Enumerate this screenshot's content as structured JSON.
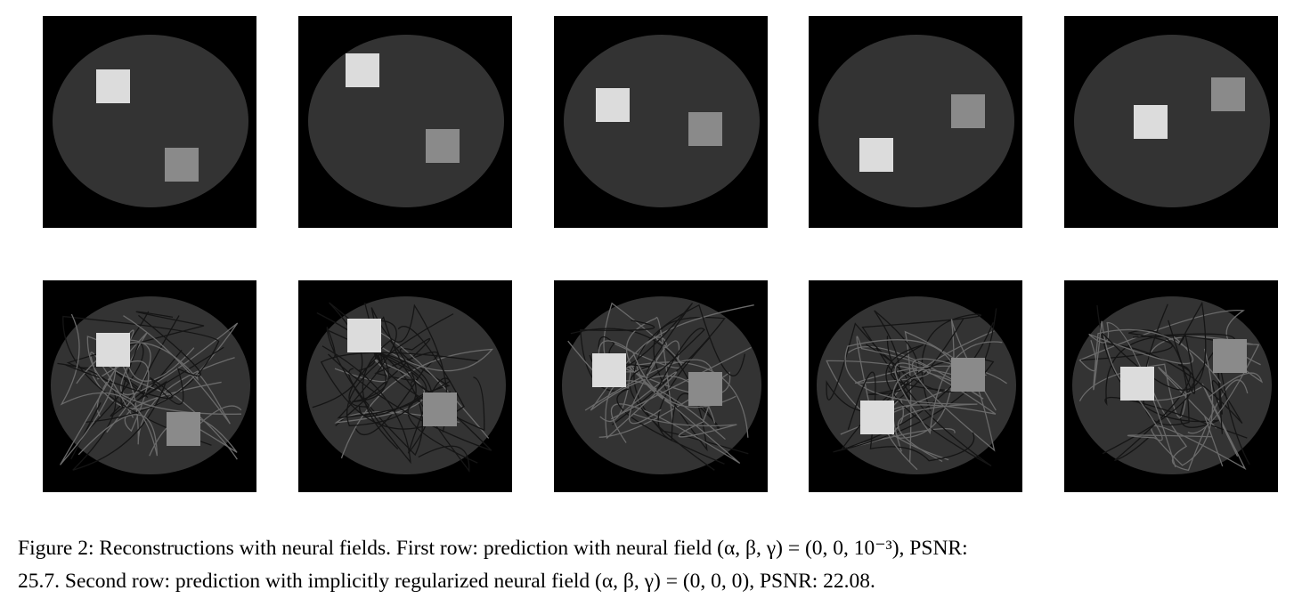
{
  "figure": {
    "rows": [
      {
        "name": "neural-field",
        "panels": 5
      },
      {
        "name": "implicitly-regularized-neural-field",
        "panels": 5
      }
    ],
    "caption": {
      "label": "Figure 2:",
      "line1": "Reconstructions with neural fields. First row: prediction with neural field (α, β, γ) = (0, 0, 10⁻³), PSNR:",
      "line2": "25.7. Second row: prediction with implicitly regularized neural field (α, β, γ) = (0, 0, 0), PSNR: 22.08."
    }
  }
}
